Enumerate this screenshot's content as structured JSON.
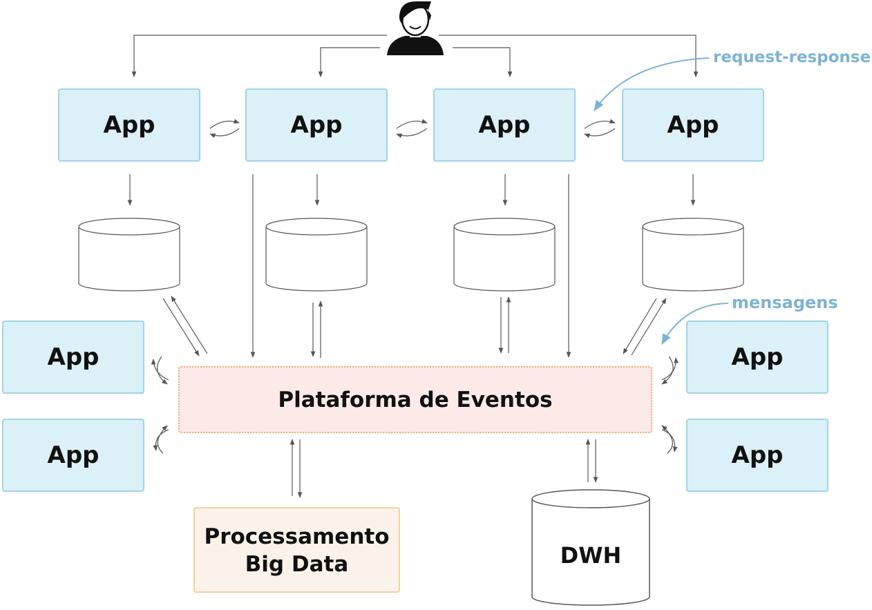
{
  "diagram": {
    "user": {
      "icon": "user-icon"
    },
    "apps": {
      "top_1": "App",
      "top_2": "App",
      "top_3": "App",
      "top_4": "App",
      "left_1": "App",
      "left_2": "App",
      "right_1": "App",
      "right_2": "App"
    },
    "platform": {
      "label": "Plataforma de Eventos"
    },
    "big_data": {
      "line1": "Processamento",
      "line2": "Big Data"
    },
    "dwh": {
      "label": "DWH"
    },
    "annotations": {
      "request_response": "request-response",
      "messages": "mensagens"
    },
    "colors": {
      "app_fill": "#dcf0f8",
      "app_border": "#9dd3ea",
      "platform_fill": "#fbeae8",
      "platform_border": "#f0a96a",
      "big_data_fill": "#fbf3ea",
      "annotation": "#7cb3d3",
      "connector": "#555555"
    }
  }
}
